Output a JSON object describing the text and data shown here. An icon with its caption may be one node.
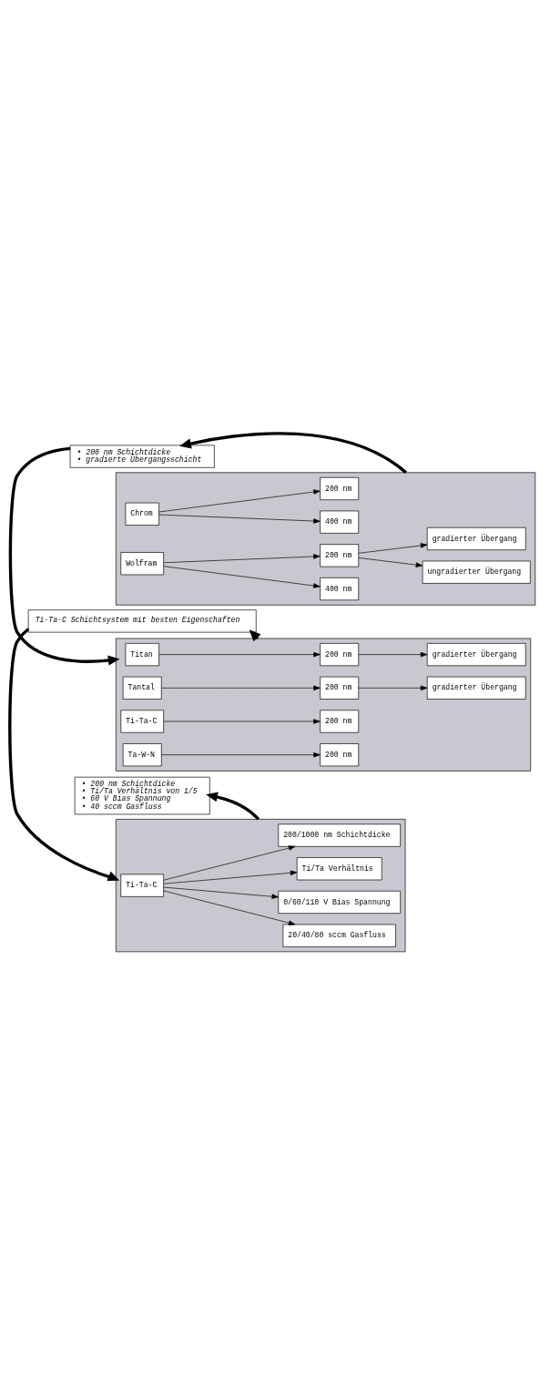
{
  "diagram": {
    "nodes": [
      {
        "text": [],
        "shape": "box"
      },
      {
        "text": [
          "Chrom"
        ],
        "in": 0
      },
      {
        "text": [
          "200 nm"
        ],
        "in": 0
      },
      {
        "text": [
          "400 nm"
        ],
        "in": 0
      },
      {
        "text": [
          "Wolfram"
        ],
        "in": 0
      },
      {
        "text": [
          "200 nm"
        ],
        "in": 0
      },
      {
        "text": [
          "400 nm"
        ],
        "in": 0
      },
      {
        "text": [
          "gradierter Übergang"
        ],
        "in": 0
      },
      {
        "text": [
          "ungradierter Übergang"
        ],
        "in": 0
      },
      {
        "text": [
          "• 200 nm Schichtdicke",
          "• gradierte Übergangsschicht"
        ]
      },
      {
        "text": [],
        "shape": "box"
      },
      {
        "text": [
          "Titan"
        ],
        "in": 10
      },
      {
        "text": [
          "200 nm"
        ],
        "in": 10
      },
      {
        "text": [
          "gradierter Übergang"
        ],
        "in": 10
      },
      {
        "text": [
          "Tantal"
        ],
        "in": 10
      },
      {
        "text": [
          "200 nm"
        ],
        "in": 10
      },
      {
        "text": [
          "gradierter Übergang"
        ],
        "in": 10
      },
      {
        "text": [
          "Ti-Ta-C"
        ],
        "in": 10
      },
      {
        "text": [
          "200 nm"
        ],
        "in": 10
      },
      {
        "text": [
          "Ta-W-N"
        ],
        "in": 10
      },
      {
        "text": [
          "200 nm"
        ],
        "in": 10
      },
      {
        "text": [
          "Ti-Ta-C Schichtsystem mit besten Eigenschaften"
        ]
      },
      {
        "text": [],
        "shape": "box"
      },
      {
        "text": [
          "Ti-Ta-C"
        ],
        "in": 22
      },
      {
        "text": [
          "200/1000 nm Schichtdicke"
        ],
        "in": 22
      },
      {
        "text": [
          "Ti/Ta Verhältnis"
        ],
        "in": 22
      },
      {
        "text": [
          "0/60/110 V Bias Spannung"
        ],
        "in": 22
      },
      {
        "text": [
          "20/40/80 sccm Gasfluss"
        ],
        "in": 22
      },
      {
        "text": [
          "• 200 nm Schichtdicke",
          "• Ti/Ta Verhältnis von 1/5",
          "• 60 V Bias Spannung",
          "• 40 sccm Gasfluss"
        ]
      }
    ],
    "edges": [
      {
        "from": 1,
        "to": 2,
        "arrow": "to"
      },
      {
        "from": 1,
        "to": 3,
        "arrow": "to"
      },
      {
        "from": 4,
        "to": 5,
        "arrow": "to"
      },
      {
        "from": 4,
        "to": 6,
        "arrow": "to"
      },
      {
        "from": 5,
        "to": 7,
        "arrow": "to"
      },
      {
        "from": 5,
        "to": 8,
        "arrow": "to"
      },
      {
        "from": 0,
        "to": 9,
        "arrow": "to",
        "style": "thick"
      },
      {
        "from": 9,
        "to": 10,
        "arrow": "to",
        "style": "thick"
      },
      {
        "from": 11,
        "to": 12,
        "arrow": "to"
      },
      {
        "from": 12,
        "to": 13,
        "arrow": "to"
      },
      {
        "from": 14,
        "to": 15,
        "arrow": "to"
      },
      {
        "from": 15,
        "to": 16,
        "arrow": "to"
      },
      {
        "from": 17,
        "to": 18,
        "arrow": "to"
      },
      {
        "from": 19,
        "to": 20,
        "arrow": "to"
      },
      {
        "from": 10,
        "to": 21,
        "arrow": "to",
        "style": "thick"
      },
      {
        "from": 21,
        "to": 22,
        "arrow": "to",
        "style": "thick"
      },
      {
        "from": 23,
        "to": 24,
        "arrow": "to"
      },
      {
        "from": 23,
        "to": 25,
        "arrow": "to"
      },
      {
        "from": 23,
        "to": 26,
        "arrow": "to"
      },
      {
        "from": 23,
        "to": 27,
        "arrow": "to"
      },
      {
        "from": 22,
        "to": 28,
        "arrow": "to",
        "style": "thick"
      }
    ]
  }
}
